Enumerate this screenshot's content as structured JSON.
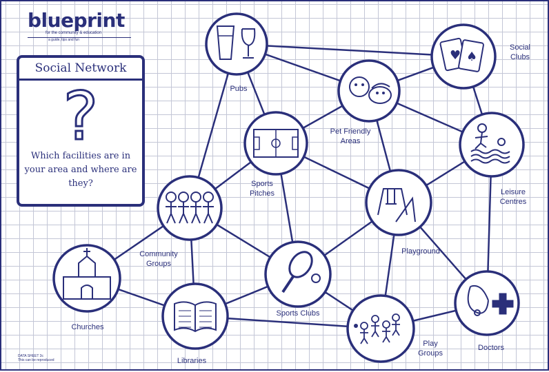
{
  "brand": {
    "name": "blueprint",
    "tagline": "for the community & education",
    "subline": "a guide, tips and fun"
  },
  "panel": {
    "title": "Social Network",
    "symbol": "?",
    "question": "Which facilities are in your area and where are they?"
  },
  "nodes": [
    {
      "id": "pubs",
      "label": "Pubs"
    },
    {
      "id": "social_clubs",
      "label": "Social\nClubs"
    },
    {
      "id": "pet_areas",
      "label": "Pet Friendly\nAreas"
    },
    {
      "id": "sports_pitches",
      "label": "Sports\nPitches"
    },
    {
      "id": "leisure",
      "label": "Leisure\nCentres"
    },
    {
      "id": "community",
      "label": "Community\nGroups"
    },
    {
      "id": "playground",
      "label": "Playground"
    },
    {
      "id": "churches",
      "label": "Churches"
    },
    {
      "id": "sports_clubs",
      "label": "Sports Clubs"
    },
    {
      "id": "libraries",
      "label": "Libraries"
    },
    {
      "id": "play_groups",
      "label": "Play\nGroups"
    },
    {
      "id": "doctors",
      "label": "Doctors"
    }
  ],
  "edges": [
    [
      "pubs",
      "social_clubs"
    ],
    [
      "pubs",
      "pet_areas"
    ],
    [
      "pubs",
      "sports_pitches"
    ],
    [
      "pubs",
      "community"
    ],
    [
      "social_clubs",
      "pet_areas"
    ],
    [
      "social_clubs",
      "leisure"
    ],
    [
      "pet_areas",
      "sports_pitches"
    ],
    [
      "pet_areas",
      "leisure"
    ],
    [
      "pet_areas",
      "playground"
    ],
    [
      "sports_pitches",
      "playground"
    ],
    [
      "sports_pitches",
      "community"
    ],
    [
      "sports_pitches",
      "sports_clubs"
    ],
    [
      "leisure",
      "playground"
    ],
    [
      "leisure",
      "doctors"
    ],
    [
      "community",
      "churches"
    ],
    [
      "community",
      "sports_clubs"
    ],
    [
      "community",
      "libraries"
    ],
    [
      "playground",
      "sports_clubs"
    ],
    [
      "playground",
      "play_groups"
    ],
    [
      "playground",
      "doctors"
    ],
    [
      "churches",
      "libraries"
    ],
    [
      "sports_clubs",
      "libraries"
    ],
    [
      "sports_clubs",
      "play_groups"
    ],
    [
      "libraries",
      "play_groups"
    ],
    [
      "play_groups",
      "doctors"
    ]
  ],
  "footer": {
    "code": "DATA SHEET 3c",
    "note": "This can be reproduced"
  },
  "colors": {
    "ink": "#2a2f7a",
    "grid": "#c3c6d6",
    "paper": "#ffffff"
  }
}
